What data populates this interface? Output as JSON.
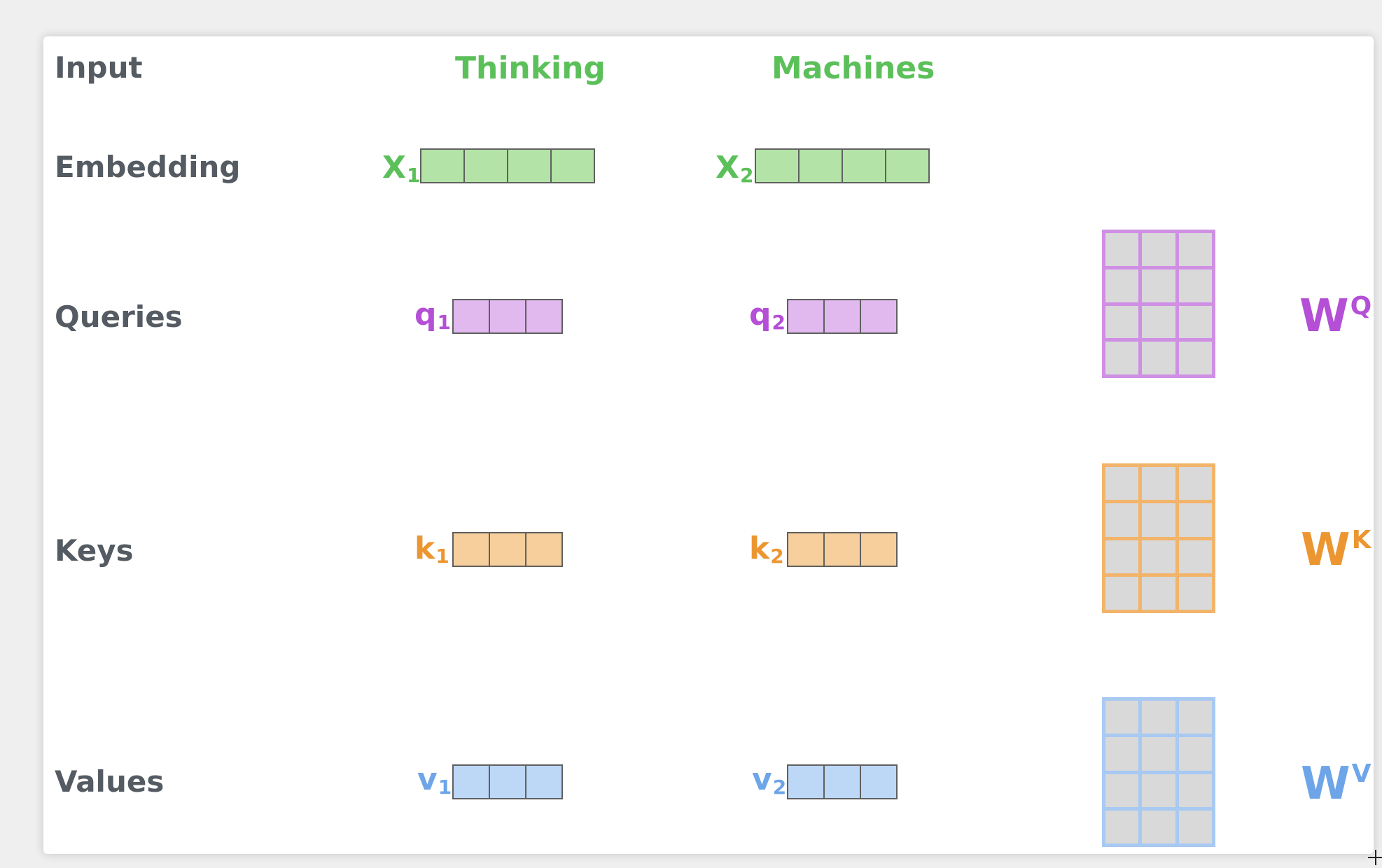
{
  "rows": {
    "input": "Input",
    "embedding": "Embedding",
    "queries": "Queries",
    "keys": "Keys",
    "values": "Values"
  },
  "words": [
    "Thinking",
    "Machines"
  ],
  "vectors": {
    "embedding": [
      {
        "base": "X",
        "sub": "1"
      },
      {
        "base": "X",
        "sub": "2"
      }
    ],
    "queries": [
      {
        "base": "q",
        "sub": "1"
      },
      {
        "base": "q",
        "sub": "2"
      }
    ],
    "keys": [
      {
        "base": "k",
        "sub": "1"
      },
      {
        "base": "k",
        "sub": "2"
      }
    ],
    "values": [
      {
        "base": "v",
        "sub": "1"
      },
      {
        "base": "v",
        "sub": "2"
      }
    ]
  },
  "vector_lengths": {
    "embedding": 4,
    "projection": 3
  },
  "weights": {
    "queries": {
      "base": "W",
      "sup": "Q"
    },
    "keys": {
      "base": "W",
      "sup": "K"
    },
    "values": {
      "base": "W",
      "sup": "V"
    }
  },
  "matrix_shape": {
    "rows": 4,
    "cols": 3
  },
  "colors": {
    "label_gray": "#555b62",
    "word_green": "#5cc05a",
    "embedding_fill": "#b3e3a6",
    "query_text": "#b44fd6",
    "query_fill": "#e2b9ef",
    "query_border": "#cf8fe4",
    "key_text": "#ec9631",
    "key_fill": "#f6cf9d",
    "key_border": "#f2b46a",
    "value_text": "#6ea5e8",
    "value_fill": "#bdd7f7",
    "value_border": "#a7c9f2",
    "matrix_cell": "#d9d9da"
  }
}
